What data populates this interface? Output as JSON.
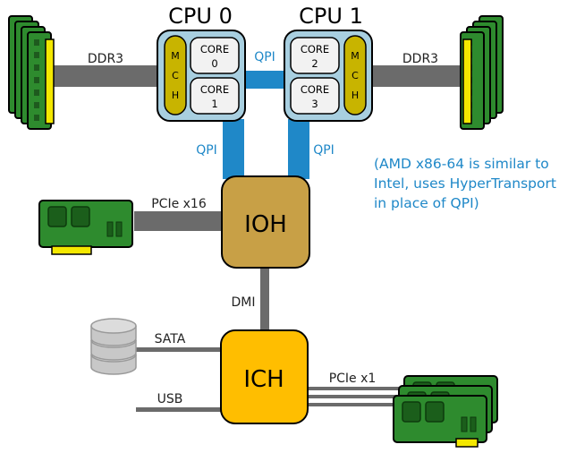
{
  "cpus": [
    {
      "title": "CPU 0",
      "mch": [
        "M",
        "C",
        "H"
      ],
      "cores": [
        [
          "CORE",
          "0"
        ],
        [
          "CORE",
          "1"
        ]
      ]
    },
    {
      "title": "CPU 1",
      "mch": [
        "M",
        "C",
        "H"
      ],
      "cores": [
        [
          "CORE",
          "2"
        ],
        [
          "CORE",
          "3"
        ]
      ]
    }
  ],
  "links": {
    "ddr_left": "DDR3",
    "ddr_right": "DDR3",
    "qpi_top": "QPI",
    "qpi_left": "QPI",
    "qpi_right": "QPI",
    "pcie_x16": "PCIe x16",
    "dmi": "DMI",
    "sata": "SATA",
    "usb": "USB",
    "pcie_x1": "PCIe x1"
  },
  "hubs": {
    "ioh": "IOH",
    "ich": "ICH"
  },
  "note": [
    "(AMD x86-64 is similar to",
    "Intel, uses HyperTransport",
    "in place of QPI)"
  ],
  "colors": {
    "cpu_fill": "#a8cfe0",
    "mch_fill": "#c8b400",
    "qpi": "#1f88c8",
    "ioh_fill": "#c8a046",
    "ich_fill": "#ffbe00",
    "ram_green": "#2e8b2e",
    "ram_yellow": "#f4e800",
    "link_gray": "#6b6b6b"
  }
}
